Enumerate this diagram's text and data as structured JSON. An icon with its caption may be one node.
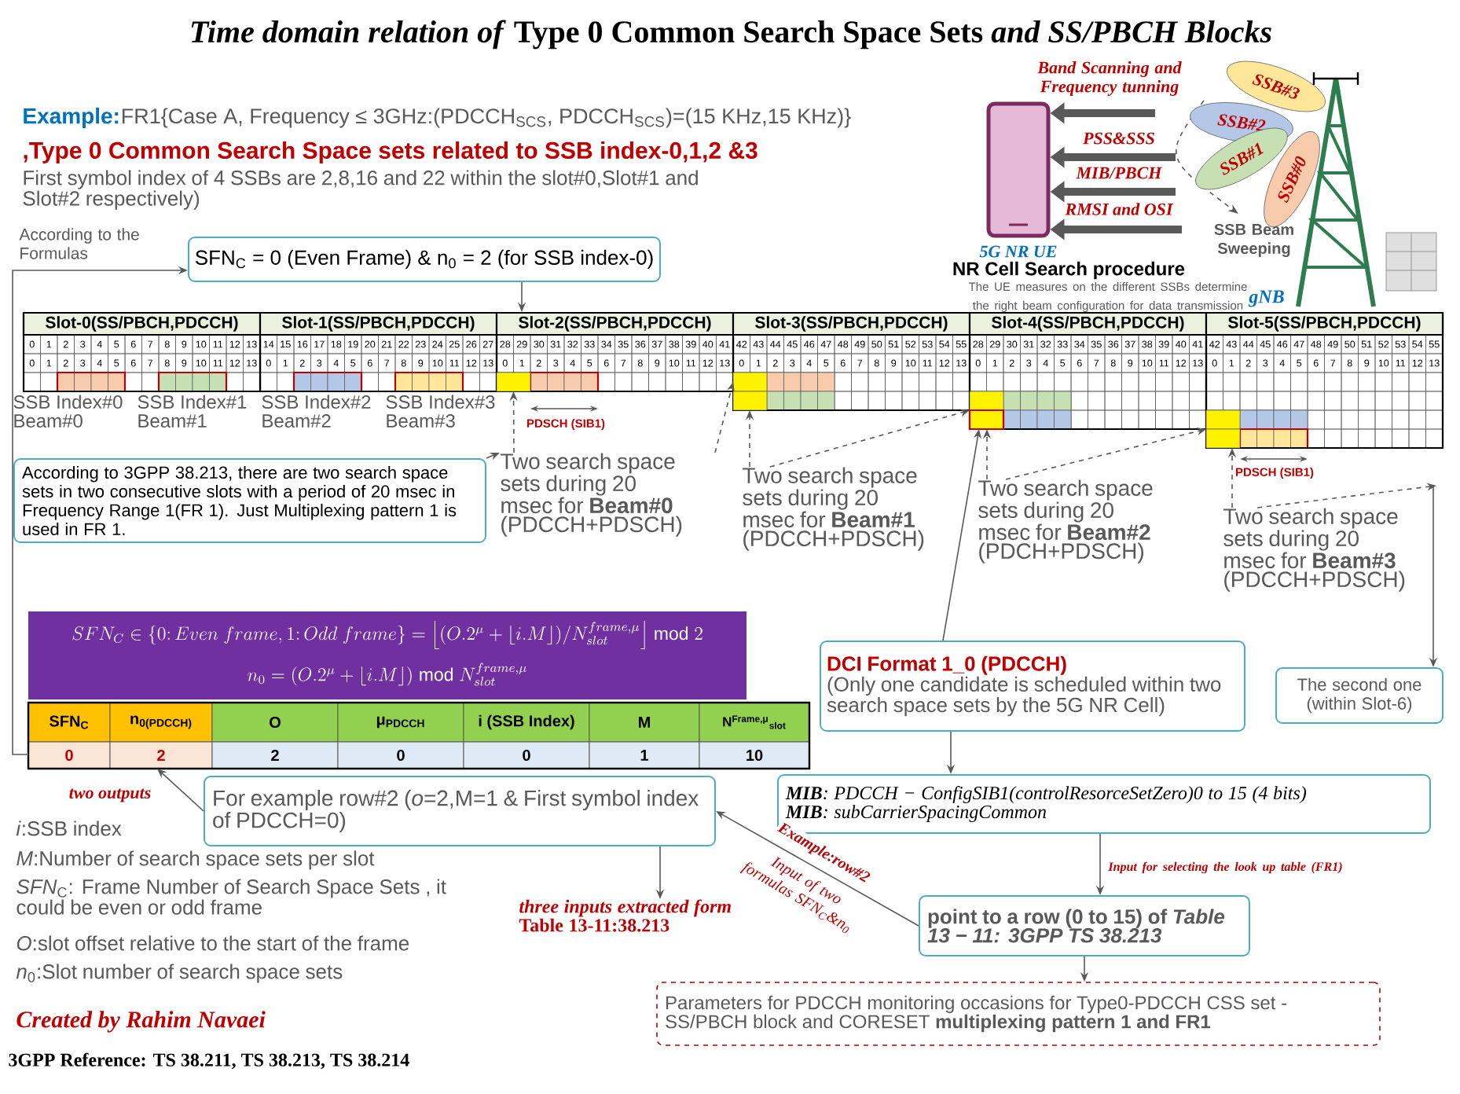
{
  "diagram": {
    "title": "*Time domain relation of* Type 0 Common Search Space Sets *and SS/PBCH Blocks*",
    "nodes": [
      {
        "text": [],
        "shape": "picture",
        "beside": [
          "5G NR UE"
        ]
      },
      {
        "text": [
          "SSB#3"
        ]
      },
      {
        "text": [
          "SSB#2"
        ]
      },
      {
        "text": [
          "SSB#1"
        ]
      },
      {
        "text": [
          "SSB#0"
        ]
      },
      {
        "text": [],
        "shape": "picture",
        "beside": [
          "gNB"
        ]
      },
      {
        "text": [
          "SFN$_{C}$ = 0 (Even Frame) & n$_{0}$ = 2 (for SSB index-0)"
        ]
      },
      {
        "text": [
          "Slot-0(SS/PBCH,PDCCH)"
        ]
      },
      {
        "text": [
          "Slot-1(SS/PBCH,PDCCH)"
        ]
      },
      {
        "text": [
          "Slot-2(SS/PBCH,PDCCH)"
        ]
      },
      {
        "text": [
          "Slot-3(SS/PBCH,PDCCH)"
        ]
      },
      {
        "text": [
          "Slot-4(SS/PBCH,PDCCH)"
        ]
      },
      {
        "text": [
          "Slot-5(SS/PBCH,PDCCH)"
        ]
      },
      {
        "text": [],
        "shape": "box"
      },
      {
        "text": [],
        "shape": "box"
      },
      {
        "text": [],
        "shape": "box"
      },
      {
        "text": [],
        "shape": "box"
      },
      {
        "text": [],
        "shape": "box"
      },
      {
        "text": [],
        "shape": "box"
      },
      {
        "text": [],
        "shape": "box"
      },
      {
        "text": [
          "According to 3GPP 38.213, there are two search space sets in two consecutive slots with a period of 20 msec in Frequency Range 1(FR 1). Just Multiplexing pattern 1 is used in FR 1."
        ]
      },
      {
        "text": [
          "Two search space sets during 20 msec for **Beam#0** (PDCCH+PDSCH)"
        ]
      },
      {
        "text": [
          "Two search space sets during 20 msec for **Beam#1** (PDCCH+PDSCH)"
        ]
      },
      {
        "text": [
          "Two search space sets during 20 msec for **Beam#2** (PDCH+PDSCH)"
        ]
      },
      {
        "text": [
          "Two search space sets during 20 msec for **Beam#3** (PDCCH+PDSCH)"
        ]
      },
      {
        "text": [
          "SFN_C \\in \\{0{:}\\,Even\\ frame, 1{:}\\,Odd\\ frame\\} = \\left\\lfloor (O.2^{\\mu}+\\lfloor i.M\\rfloor)/N_{slot}^{frame,\\mu}\\right\\rfloor \\bmod 2",
          "n_0 = (O.2^{\\mu}+\\lfloor i.M\\rfloor) \\bmod N_{slot}^{frame,\\mu}"
        ]
      },
      {
        "text": [
          "SFN$_{C}$",
          "n$_{0(PDCCH)}$",
          "O",
          "μ$_{PDCCH}$",
          "i (SSB Index)",
          "M",
          "N$^{Frame,μ}$$_{slot}$",
          "0",
          "2",
          "2",
          "0",
          "0",
          "1",
          "10"
        ]
      },
      {
        "text": [
          "DCI Format 1_0 (PDCCH)",
          "(Only one candidate is scheduled within two search space sets by the 5G NR Cell)"
        ]
      },
      {
        "text": [
          "The second one (within Slot-6)"
        ]
      },
      {
        "text": [
          "**MIB**: PDCCH − ConfigSIB1(controlResorceSetZero)0 to 15 (4 bits)",
          "**MIB**: subCarrierSpacingCommon"
        ]
      },
      {
        "text": [
          "For example row#2 (*o*=2,M=1 & First symbol index of PDCCH=0)"
        ]
      },
      {
        "text": [
          "*three inputs extracted form* Table 13-11:38.213"
        ]
      },
      {
        "text": [
          "point to a row (0 to 15) of *Table 13 − 11: 3GPP TS 38.213*"
        ]
      },
      {
        "text": [
          "Parameters for PDCCH monitoring occasions for Type0-PDCCH CSS set - SS/PBCH block and CORESET **multiplexing pattern 1 and FR1**"
        ]
      }
    ],
    "edges": [
      {
        "from": null,
        "to": 0,
        "arrow": "to",
        "label": "Band Scanning and Frequency tunning",
        "style": "thick"
      },
      {
        "from": null,
        "to": 0,
        "arrow": "to",
        "label": "PSS&SSS",
        "style": "thick"
      },
      {
        "from": null,
        "to": 0,
        "arrow": "to",
        "label": "MIB/PBCH",
        "style": "thick"
      },
      {
        "from": null,
        "to": 0,
        "arrow": "to",
        "label": "RMSI and OSI",
        "style": "thick"
      },
      {
        "from": 26,
        "to": 6,
        "arrow": "to",
        "label": "According to the Formulas"
      },
      {
        "from": 6,
        "to": 9,
        "arrow": "to"
      },
      {
        "from": 20,
        "to": 21,
        "arrow": "to"
      },
      {
        "from": 21,
        "to": 13,
        "arrow": "to",
        "style": "dashed"
      },
      {
        "from": 21,
        "to": 14,
        "arrow": "to",
        "style": "dashed"
      },
      {
        "from": 22,
        "to": 15,
        "arrow": "to",
        "style": "dashed"
      },
      {
        "from": 22,
        "to": 16,
        "arrow": "to",
        "style": "dashed"
      },
      {
        "from": 23,
        "to": 17,
        "arrow": "to",
        "style": "dashed"
      },
      {
        "from": 23,
        "to": 18,
        "arrow": "to",
        "style": "dashed"
      },
      {
        "from": 24,
        "to": 19,
        "arrow": "to",
        "style": "dashed"
      },
      {
        "from": 24,
        "to": null,
        "arrow": "to",
        "style": "dashed"
      },
      {
        "from": null,
        "to": 28,
        "arrow": "to"
      },
      {
        "from": 27,
        "to": 17,
        "arrow": "to"
      },
      {
        "from": 27,
        "to": 29,
        "arrow": "to"
      },
      {
        "from": 29,
        "to": 32,
        "arrow": "to",
        "label": "Input for selecting the look up table (FR1)"
      },
      {
        "from": 32,
        "to": 30,
        "arrow": "to",
        "label": "Example:row#2"
      },
      {
        "from": 30,
        "to": 26,
        "arrow": "to",
        "label": "two outputs"
      },
      {
        "from": 30,
        "to": 31,
        "arrow": "to"
      },
      {
        "from": 32,
        "to": 33,
        "arrow": "to"
      }
    ],
    "labels": [
      "Example:",
      "FR1{Case A, Frequency ≤ 3GHz:(PDCCH$_{SCS}$, PDCCH$_{SCS}$)=(15 KHz,15 KHz)}",
      ",Type 0 Common Search Space sets related to SSB index-0,1,2 &3",
      "First symbol index of 4 SSBs are 2,8,16 and 22 within the slot#0,Slot#1 and Slot#2 respectively)",
      "NR Cell Search procedure",
      "SSB Beam Sweeping",
      "The UE measures on the different SSBs determine the right beam configuration for data transmission",
      "0",
      "1",
      "2",
      "3",
      "4",
      "5",
      "6",
      "7",
      "8",
      "9",
      "10",
      "11",
      "12",
      "13",
      "14",
      "15",
      "16",
      "17",
      "18",
      "19",
      "20",
      "21",
      "22",
      "23",
      "24",
      "25",
      "26",
      "27",
      "28",
      "29",
      "30",
      "31",
      "32",
      "33",
      "34",
      "35",
      "36",
      "37",
      "38",
      "39",
      "40",
      "41",
      "42",
      "43",
      "44",
      "45",
      "46",
      "47",
      "48",
      "49",
      "50",
      "51",
      "52",
      "53",
      "54",
      "55",
      "28",
      "29",
      "30",
      "31",
      "32",
      "33",
      "34",
      "35",
      "36",
      "37",
      "38",
      "39",
      "40",
      "41",
      "42",
      "43",
      "44",
      "45",
      "46",
      "47",
      "48",
      "49",
      "50",
      "51",
      "52",
      "53",
      "54",
      "55",
      "0",
      "1",
      "2",
      "3",
      "4",
      "5",
      "6",
      "7",
      "8",
      "9",
      "10",
      "11",
      "12",
      "13",
      "0",
      "1",
      "2",
      "3",
      "4",
      "5",
      "6",
      "7",
      "8",
      "9",
      "10",
      "11",
      "12",
      "13",
      "0",
      "1",
      "2",
      "3",
      "4",
      "5",
      "6",
      "7",
      "8",
      "9",
      "10",
      "11",
      "12",
      "13",
      "0",
      "1",
      "2",
      "3",
      "4",
      "5",
      "6",
      "7",
      "8",
      "9",
      "10",
      "11",
      "12",
      "13",
      "0",
      "1",
      "2",
      "3",
      "4",
      "5",
      "6",
      "7",
      "8",
      "9",
      "10",
      "11",
      "12",
      "13",
      "0",
      "1",
      "2",
      "3",
      "4",
      "5",
      "6",
      "7",
      "8",
      "9",
      "10",
      "11",
      "12",
      "13",
      "SSB Index#0 Beam#0",
      "SSB Index#1 Beam#1",
      "SSB Index#2 Beam#2",
      "SSB Index#3 Beam#3",
      "PDSCH (SIB1)",
      "PDSCH (SIB1)",
      "Input of two formulas SFN$_{C}$&n$_{0}$",
      "*i*:SSB index",
      "*M*:Number of search space sets per slot",
      "*SFN*$_{C}$: Frame Number of Search Space Sets , it could be even or odd frame",
      "*O*:slot offset relative to the start of the frame",
      "*n*$_{0}$:Slot number of search space sets",
      "Created by Rahim Navaei",
      "3GPP Reference: TS 38.211, TS 38.213, TS 38.214"
    ]
  }
}
